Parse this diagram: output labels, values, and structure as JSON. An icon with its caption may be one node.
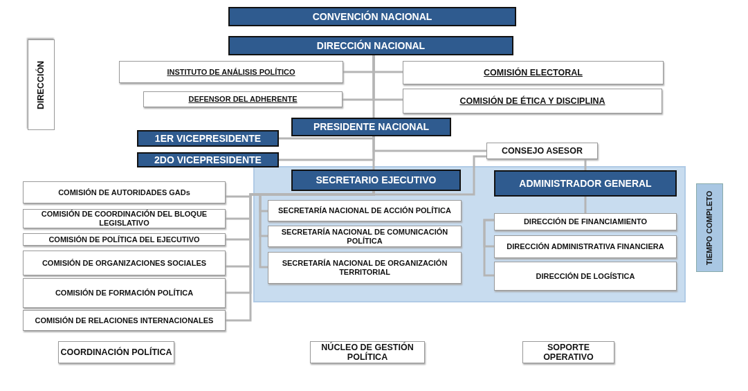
{
  "diagram": {
    "nodes": [
      {
        "text": [
          "CONVENCIÓN NACIONAL"
        ]
      },
      {
        "text": [
          "DIRECCIÓN NACIONAL"
        ]
      },
      {
        "text": [
          "DIRECCIÓN"
        ]
      },
      {
        "text": [
          "INSTITUTO DE ANÁLISIS POLÍTICO"
        ]
      },
      {
        "text": [
          "COMISIÓN ELECTORAL"
        ]
      },
      {
        "text": [
          "DEFENSOR DEL ADHERENTE"
        ]
      },
      {
        "text": [
          "COMISIÓN DE ÉTICA Y DISCIPLINA"
        ]
      },
      {
        "text": [
          "PRESIDENTE NACIONAL"
        ]
      },
      {
        "text": [
          "1ER VICEPRESIDENTE"
        ]
      },
      {
        "text": [
          "2DO VICEPRESIDENTE"
        ]
      },
      {
        "text": [
          "CONSEJO ASESOR"
        ]
      },
      {
        "text": [],
        "shape": "box"
      },
      {
        "text": [
          "SECRETARIO EJECUTIVO"
        ],
        "in": 11
      },
      {
        "text": [
          "ADMINISTRADOR GENERAL"
        ],
        "in": 11
      },
      {
        "text": [
          "SECRETARÍA NACIONAL DE ACCIÓN POLÍTICA"
        ],
        "in": 11
      },
      {
        "text": [
          "SECRETARÍA NACIONAL DE COMUNICACIÓN POLÍTICA"
        ],
        "in": 11
      },
      {
        "text": [
          "SECRETARÍA NACIONAL DE ORGANIZACIÓN TERRITORIAL"
        ],
        "in": 11
      },
      {
        "text": [
          "DIRECCIÓN DE FINANCIAMIENTO"
        ],
        "in": 11
      },
      {
        "text": [
          "DIRECCIÓN ADMINISTRATIVA FINANCIERA"
        ],
        "in": 11
      },
      {
        "text": [
          "DIRECCIÓN DE LOGÍSTICA"
        ],
        "in": 11
      },
      {
        "text": [
          "TIEMPO COMPLETO"
        ]
      },
      {
        "text": [
          "COMISIÓN DE AUTORIDADES GADs"
        ]
      },
      {
        "text": [
          "COMISIÓN DE COORDINACIÓN DEL BLOQUE LEGISLATIVO"
        ]
      },
      {
        "text": [
          "COMISIÓN DE POLÍTICA DEL EJECUTIVO"
        ]
      },
      {
        "text": [
          "COMISIÓN DE ORGANIZACIONES SOCIALES"
        ]
      },
      {
        "text": [
          "COMISIÓN DE FORMACIÓN POLÍTICA"
        ]
      },
      {
        "text": [
          "COMISIÓN DE RELACIONES INTERNACIONALES"
        ]
      },
      {
        "text": [
          "COORDINACIÓN POLÍTICA"
        ]
      },
      {
        "text": [
          "NÚCLEO DE GESTIÓN POLÍTICA"
        ]
      },
      {
        "text": [
          "SOPORTE OPERATIVO"
        ]
      }
    ],
    "edges": [
      {
        "from": 1,
        "to": 3,
        "arrow": "none"
      },
      {
        "from": 1,
        "to": 4,
        "arrow": "none"
      },
      {
        "from": 1,
        "to": 5,
        "arrow": "none"
      },
      {
        "from": 1,
        "to": 6,
        "arrow": "none"
      },
      {
        "from": 1,
        "to": 7,
        "arrow": "none"
      },
      {
        "from": 7,
        "to": 8,
        "arrow": "none"
      },
      {
        "from": 7,
        "to": 9,
        "arrow": "none"
      },
      {
        "from": 7,
        "to": 12,
        "arrow": "none"
      },
      {
        "from": 7,
        "to": 10,
        "arrow": "none"
      },
      {
        "from": 10,
        "to": 12,
        "arrow": "none"
      },
      {
        "from": 10,
        "to": 13,
        "arrow": "none"
      },
      {
        "from": 12,
        "to": 14,
        "arrow": "none"
      },
      {
        "from": 12,
        "to": 15,
        "arrow": "none"
      },
      {
        "from": 12,
        "to": 16,
        "arrow": "none"
      },
      {
        "from": 13,
        "to": 17,
        "arrow": "none"
      },
      {
        "from": 17,
        "to": 18,
        "arrow": "none"
      },
      {
        "from": 17,
        "to": 19,
        "arrow": "none"
      },
      {
        "from": 12,
        "to": 21,
        "arrow": "none"
      },
      {
        "from": 12,
        "to": 22,
        "arrow": "none"
      },
      {
        "from": 12,
        "to": 23,
        "arrow": "none"
      },
      {
        "from": 12,
        "to": 24,
        "arrow": "none"
      },
      {
        "from": 12,
        "to": 25,
        "arrow": "none"
      },
      {
        "from": 12,
        "to": 26,
        "arrow": "none"
      }
    ]
  }
}
